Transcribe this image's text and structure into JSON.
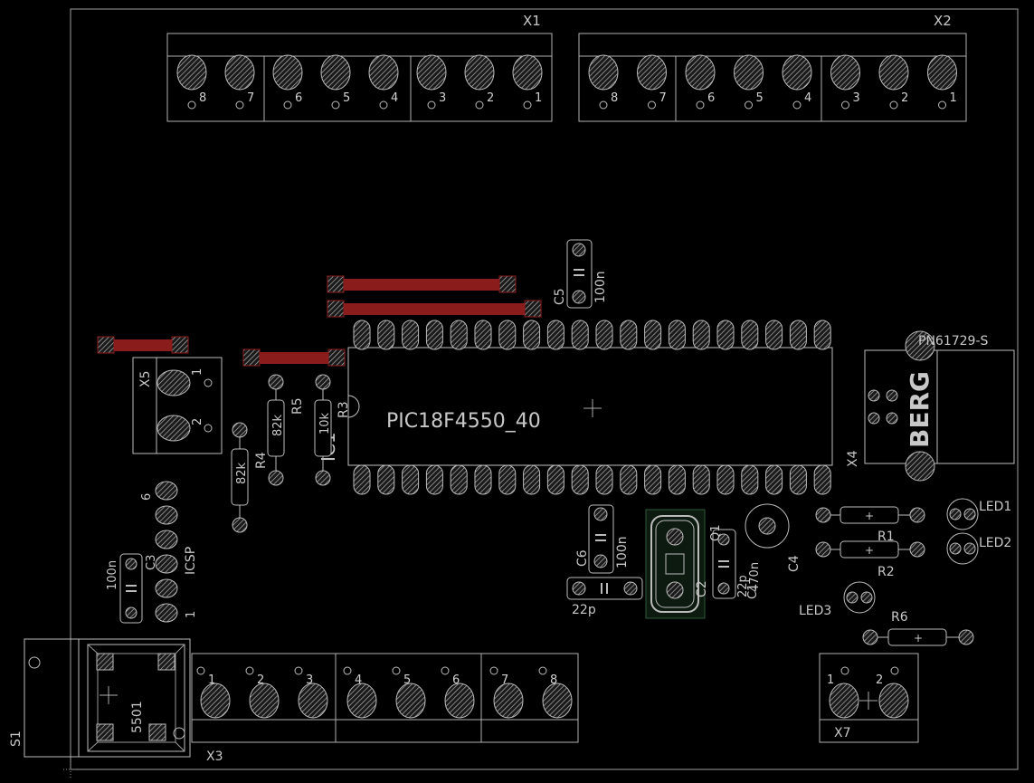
{
  "colors": {
    "background": "#000000",
    "silk": "#c8c8c8",
    "pad": "#9a9a9a",
    "copper": "#8b1c1c"
  },
  "labels": {
    "x1": "X1",
    "x2": "X2",
    "x3": "X3",
    "x4": "X4",
    "x5": "X5",
    "x7": "X7",
    "ic": "PIC18F4550_40",
    "ic_alt": "IC1",
    "c5": "C5",
    "c5_val": "100n",
    "r3": "R3",
    "r3_val": "10k",
    "r4": "R4",
    "r4_val": "82k",
    "r5": "R5",
    "r5_val": "82k",
    "c6": "C6",
    "c6_val": "100n",
    "c6_b": "22p",
    "c2": "C2",
    "c1": "C1",
    "c1_val": "22p",
    "q1": "Q1",
    "c4": "C4",
    "c4_val": "470n",
    "r1": "R1",
    "r2": "R2",
    "r6": "R6",
    "led1": "LED1",
    "led2": "LED2",
    "led3": "LED3",
    "pn": "PN61729-S",
    "berg": "BERG",
    "icsp": "ICSP",
    "c3": "C3",
    "c3_val": "100n",
    "six": "6",
    "one": "1",
    "s1": "S1",
    "s5501": "5501"
  },
  "x1_pins": [
    "8",
    "7",
    "6",
    "5",
    "4",
    "3",
    "2",
    "1"
  ],
  "x2_pins": [
    "8",
    "7",
    "6",
    "5",
    "4",
    "3",
    "2",
    "1"
  ],
  "x3_pins": [
    "1",
    "2",
    "3",
    "4",
    "5",
    "6",
    "7",
    "8"
  ],
  "x5_pins": [
    "1",
    "2"
  ],
  "x7_pins": [
    "1",
    "2"
  ]
}
